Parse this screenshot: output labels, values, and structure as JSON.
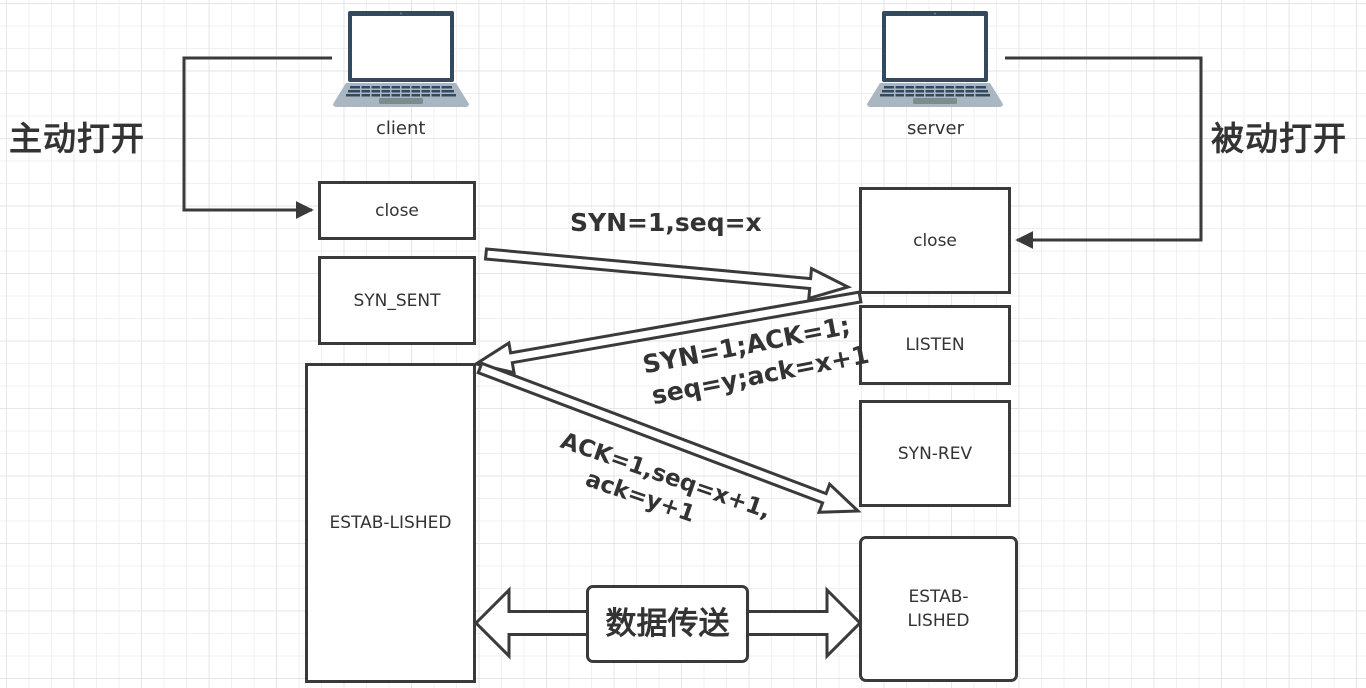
{
  "colors": {
    "stroke": "#3a3a3a",
    "text": "#333333",
    "laptop_frame": "#34495e",
    "laptop_base": "#aab7c2",
    "laptop_keys": "#34495e",
    "grid": "#e6e6e6"
  },
  "side_labels": {
    "active_open": "主动打开",
    "passive_open": "被动打开"
  },
  "devices": {
    "client": {
      "label": "client",
      "icon": "laptop-icon"
    },
    "server": {
      "label": "server",
      "icon": "laptop-icon"
    }
  },
  "client_states": {
    "close": "close",
    "syn_sent": "SYN_SENT",
    "established": "ESTAB-LISHED"
  },
  "server_states": {
    "close": "close",
    "listen": "LISTEN",
    "syn_rev": "SYN-REV",
    "established_line1": "ESTAB-",
    "established_line2": "LISHED"
  },
  "messages": {
    "syn": "SYN=1,seq=x",
    "syn_ack_line1": "SYN=1;ACK=1;",
    "syn_ack_line2": "seq=y;ack=x+1",
    "ack_line1": "ACK=1,seq=x+1,",
    "ack_line2": "ack=y+1"
  },
  "data_transfer": {
    "label": "数据传送"
  }
}
